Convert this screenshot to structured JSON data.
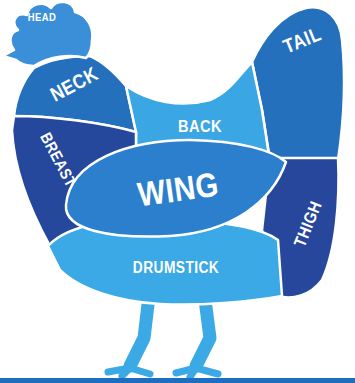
{
  "diagram": {
    "nodes": [
      {
        "text": [
          "HEAD"
        ]
      },
      {
        "text": [
          "NECK"
        ]
      },
      {
        "text": [
          "TAIL"
        ]
      },
      {
        "text": [
          "BACK"
        ]
      },
      {
        "text": [
          "BREAST"
        ]
      },
      {
        "text": [
          "WING"
        ]
      },
      {
        "text": [
          "THIGH"
        ]
      },
      {
        "text": [
          "DRUMSTICK"
        ]
      }
    ]
  }
}
